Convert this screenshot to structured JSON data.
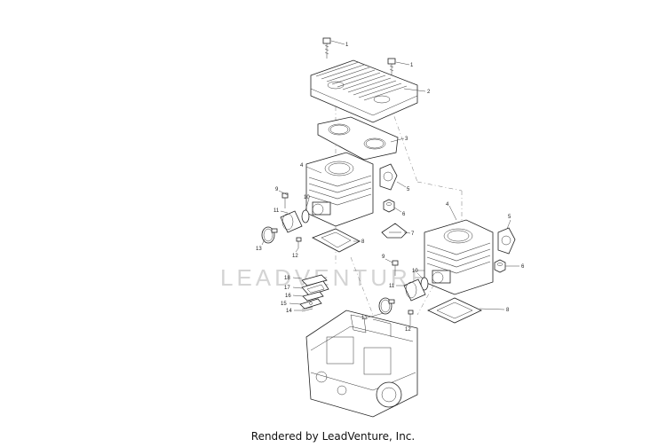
{
  "watermark": "LEADVENTURE",
  "footer": "Rendered by LeadVenture, Inc.",
  "callouts": {
    "c1a": "1",
    "c1b": "1",
    "c2": "2",
    "c3": "3",
    "c4a": "4",
    "c4b": "4",
    "c5a": "5",
    "c5b": "5",
    "c6a": "6",
    "c6b": "6",
    "c7": "7",
    "c8a": "8",
    "c8b": "8",
    "c9a": "9",
    "c9b": "9",
    "c10a": "10",
    "c10b": "10",
    "c11a": "11",
    "c11b": "11",
    "c12a": "12",
    "c12b": "12",
    "c13a": "13",
    "c13b": "13",
    "c14": "14",
    "c15": "15",
    "c16": "16",
    "c17": "17",
    "c18": "18"
  }
}
